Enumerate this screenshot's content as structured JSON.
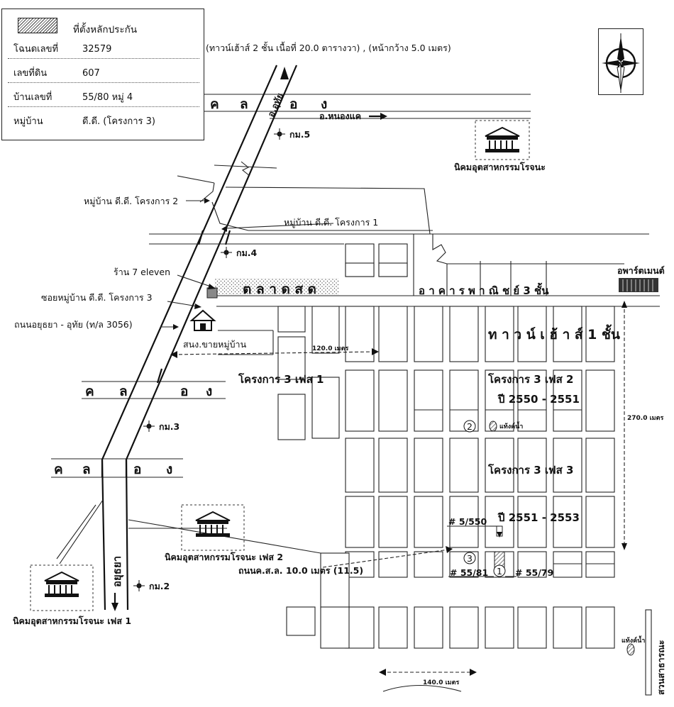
{
  "legend": {
    "title": "ที่ตั้งหลักประกัน",
    "rows": [
      {
        "key": "โฉนดเลขที่",
        "value": "32579"
      },
      {
        "key": "เลขที่ดิน",
        "value": "607"
      },
      {
        "key": "บ้านเลขที่",
        "value": "55/80 หมู่ 4"
      },
      {
        "key": "หมู่บ้าน",
        "value": "ดี.ดี. (โครงการ 3)"
      }
    ]
  },
  "property_note": "(ทาวน์เฮ้าส์ 2 ชั้น  เนื้อที่ 20.0 ตารางวา) , (หน้ากว้าง 5.0 เมตร)",
  "compass_label": "N",
  "labels": {
    "canal": [
      "ค",
      "ล",
      "อ",
      "ง"
    ],
    "to_uthai": "อ.อุทัย",
    "to_nongkhae": "อ.หนองแค",
    "to_ayutthaya": "อยุธยา",
    "km5": "กม.5",
    "km4": "กม.4",
    "km3": "กม.3",
    "km2": "กม.2",
    "village_2": "หมู่บ้าน ดี.ดี. โครงการ 2",
    "village_1": "หมู่บ้าน ดี.ดี. โครงการ 1",
    "seven_eleven": "ร้าน 7 eleven",
    "soi_village_3": "ซอยหมู่บ้าน ดี.ดี. โครงการ 3",
    "main_road": "ถนนอยุธยา - อุทัย (ท/ล 3056)",
    "fresh_market": "ต ล า ด ส ด",
    "commercial_building": "อ า ค า ร  พ า ณิ ช ย์  3  ชั้น",
    "apartment": "อพาร์ตเมนต์",
    "sales_office": "สนง.ขายหมู่บ้าน",
    "townhouse_1_floor": "ท า ว น์ เ ฮ้ า ส์ 1 ชั้น",
    "project_3_phase_1": "โครงการ 3 เฟส 1",
    "project_3_phase_2": "โครงการ 3 เฟส 2",
    "year_2550_2551": "ปี 2550 - 2551",
    "project_3_phase_3": "โครงการ 3 เฟส 3",
    "year_2551_2553": "ปี 2551 - 2553",
    "water_tank": "แท้งค์น้ำ",
    "estate_rojana": "นิคมอุตสาหกรรมโรจนะ",
    "estate_rojana_2": "นิคมอุตสาหกรรมโรจนะ เฟส 2",
    "estate_rojana_1": "นิคมอุตสาหกรรมโรจนะ เฟส 1",
    "road_10m": "ถนนค.ส.ล. 10.0 เมตร (11.5)",
    "house_5_550": "# 5/550",
    "house_55_81": "# 55/81",
    "house_55_79": "# 55/79",
    "public_park": "สวนสาธารณะ",
    "dist_120": "120.0 เมตร",
    "dist_270": "270.0 เมตร",
    "dist_140": "140.0 เมตร",
    "marker_1": "1",
    "marker_2": "2",
    "marker_3": "3"
  }
}
